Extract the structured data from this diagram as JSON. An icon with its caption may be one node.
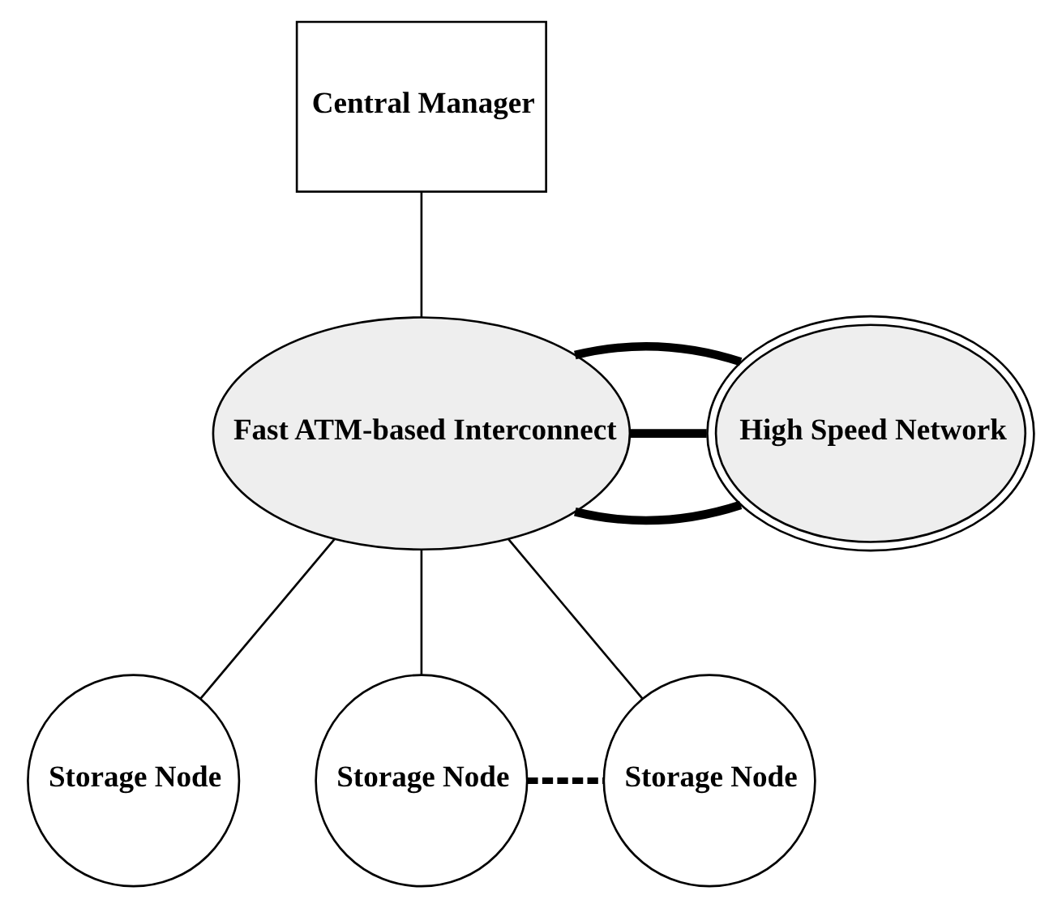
{
  "diagram": {
    "nodes": [
      {
        "text": [
          "Central Manager"
        ]
      },
      {
        "text": [
          "Fast ATM-based Interconnect"
        ]
      },
      {
        "text": [
          "High Speed Network"
        ]
      },
      {
        "text": [
          "Storage Node"
        ]
      },
      {
        "text": [
          "Storage Node"
        ]
      },
      {
        "text": [
          "Storage Node"
        ]
      }
    ],
    "edges": [
      {
        "from": 0,
        "to": 1,
        "arrow": "none"
      },
      {
        "from": 1,
        "to": 2,
        "arrow": "none",
        "style": "thick"
      },
      {
        "from": 1,
        "to": 2,
        "arrow": "none",
        "style": "thick"
      },
      {
        "from": 1,
        "to": 2,
        "arrow": "none",
        "style": "thick"
      },
      {
        "from": 1,
        "to": 3,
        "arrow": "none"
      },
      {
        "from": 1,
        "to": 4,
        "arrow": "none"
      },
      {
        "from": 1,
        "to": 5,
        "arrow": "none"
      },
      {
        "from": 4,
        "to": 5,
        "arrow": "none",
        "style": "dashed"
      }
    ]
  }
}
